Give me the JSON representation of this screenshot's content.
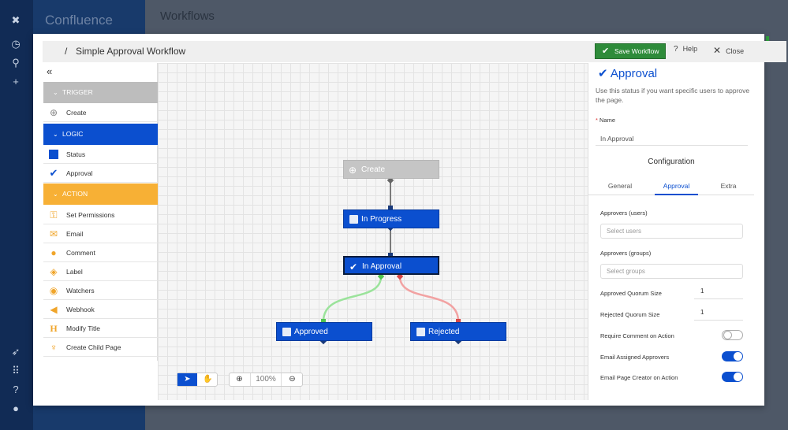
{
  "app": {
    "brand": "Confluence",
    "page_title": "Workflows"
  },
  "modal": {
    "breadcrumb_sep": "/",
    "title": "Simple Approval Workflow",
    "save_label": "Save Workflow",
    "help_label": "Help",
    "close_label": "Close"
  },
  "palette": {
    "collapse": "«",
    "sections": {
      "trigger": {
        "label": "TRIGGER",
        "color": "#bdbdbd",
        "items": [
          "Create"
        ]
      },
      "logic": {
        "label": "LOGIC",
        "color": "#0b4fcf",
        "items": [
          "Status",
          "Approval"
        ]
      },
      "action": {
        "label": "ACTION",
        "color": "#f7b035",
        "items": [
          "Set Permissions",
          "Email",
          "Comment",
          "Label",
          "Watchers",
          "Webhook",
          "Modify Title",
          "Create Child Page"
        ]
      }
    }
  },
  "canvas": {
    "nodes": {
      "create": "Create",
      "in_progress": "In Progress",
      "in_approval": "In Approval",
      "approved": "Approved",
      "rejected": "Rejected"
    },
    "zoom": "100%",
    "colors": {
      "approve_line": "#9be39b",
      "reject_line": "#f2a2a2",
      "node": "#0b4fcf"
    }
  },
  "panel": {
    "title": "Approval",
    "description": "Use this status if you want specific users to approve the page.",
    "name_label": "Name",
    "name_value": "In Approval",
    "config_title": "Configuration",
    "tabs": [
      "General",
      "Approval",
      "Extra"
    ],
    "approvers_users_label": "Approvers (users)",
    "approvers_users_placeholder": "Select users",
    "approvers_groups_label": "Approvers (groups)",
    "approvers_groups_placeholder": "Select groups",
    "approved_quorum_label": "Approved Quorum Size",
    "approved_quorum_value": "1",
    "rejected_quorum_label": "Rejected Quorum Size",
    "rejected_quorum_value": "1",
    "toggles": [
      {
        "label": "Require Comment on Action",
        "on": false
      },
      {
        "label": "Email Assigned Approvers",
        "on": true
      },
      {
        "label": "Email Page Creator on Action",
        "on": true
      }
    ]
  }
}
